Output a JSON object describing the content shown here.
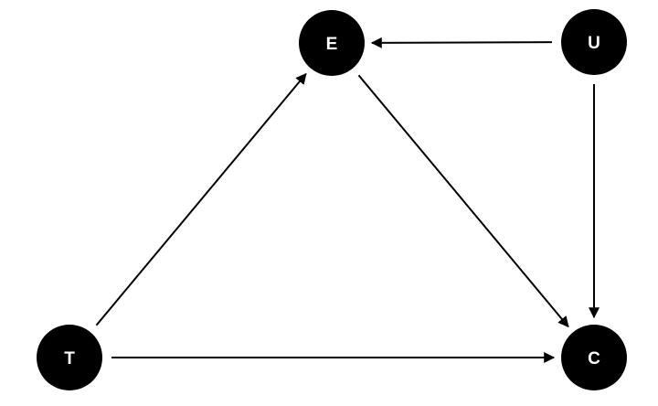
{
  "diagram": {
    "nodes": [
      {
        "id": "E",
        "label": "E"
      },
      {
        "id": "U",
        "label": "U"
      },
      {
        "id": "T",
        "label": "T"
      },
      {
        "id": "C",
        "label": "C"
      }
    ],
    "edges": [
      {
        "from": "U",
        "to": "E"
      },
      {
        "from": "U",
        "to": "C"
      },
      {
        "from": "E",
        "to": "C"
      },
      {
        "from": "T",
        "to": "E"
      },
      {
        "from": "T",
        "to": "C"
      }
    ],
    "colors": {
      "node": "#000000",
      "edge": "#000000",
      "label": "#ffffff"
    }
  }
}
